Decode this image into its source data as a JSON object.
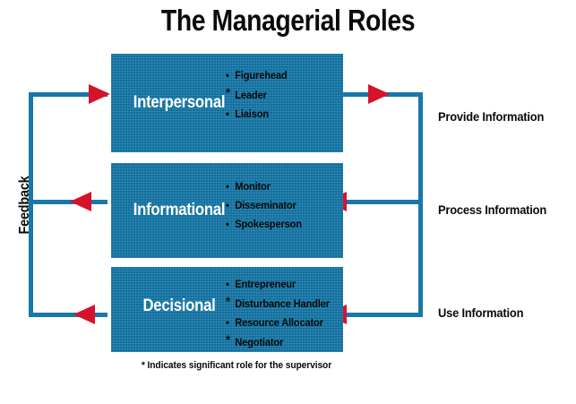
{
  "diagram": {
    "title": "The Managerial Roles",
    "footnote": "* Indicates significant role for the supervisor",
    "feedback_label": "Feedback",
    "colors": {
      "box_fill": "#10709f",
      "line": "#1878a8",
      "arrow": "#d6132b",
      "box_label_text": "#ffffff",
      "body_text": "#0a0a0a",
      "background": "#ffffff"
    },
    "boxes": [
      {
        "label": "Interpersonal",
        "roles": [
          {
            "marker": "•",
            "significant": false,
            "name": "Figurehead"
          },
          {
            "marker": "*",
            "significant": true,
            "name": "Leader"
          },
          {
            "marker": "•",
            "significant": false,
            "name": "Liaison"
          }
        ],
        "output_label": "Provide Information"
      },
      {
        "label": "Informational",
        "roles": [
          {
            "marker": "•",
            "significant": false,
            "name": "Monitor"
          },
          {
            "marker": "•",
            "significant": false,
            "name": "Disseminator"
          },
          {
            "marker": "•",
            "significant": false,
            "name": "Spokesperson"
          }
        ],
        "output_label": "Process Information"
      },
      {
        "label": "Decisional",
        "roles": [
          {
            "marker": "•",
            "significant": false,
            "name": "Entrepreneur"
          },
          {
            "marker": "*",
            "significant": true,
            "name": "Disturbance Handler"
          },
          {
            "marker": "•",
            "significant": false,
            "name": "Resource Allocator"
          },
          {
            "marker": "*",
            "significant": true,
            "name": "Negotiator"
          }
        ],
        "output_label": "Use Information"
      }
    ]
  }
}
